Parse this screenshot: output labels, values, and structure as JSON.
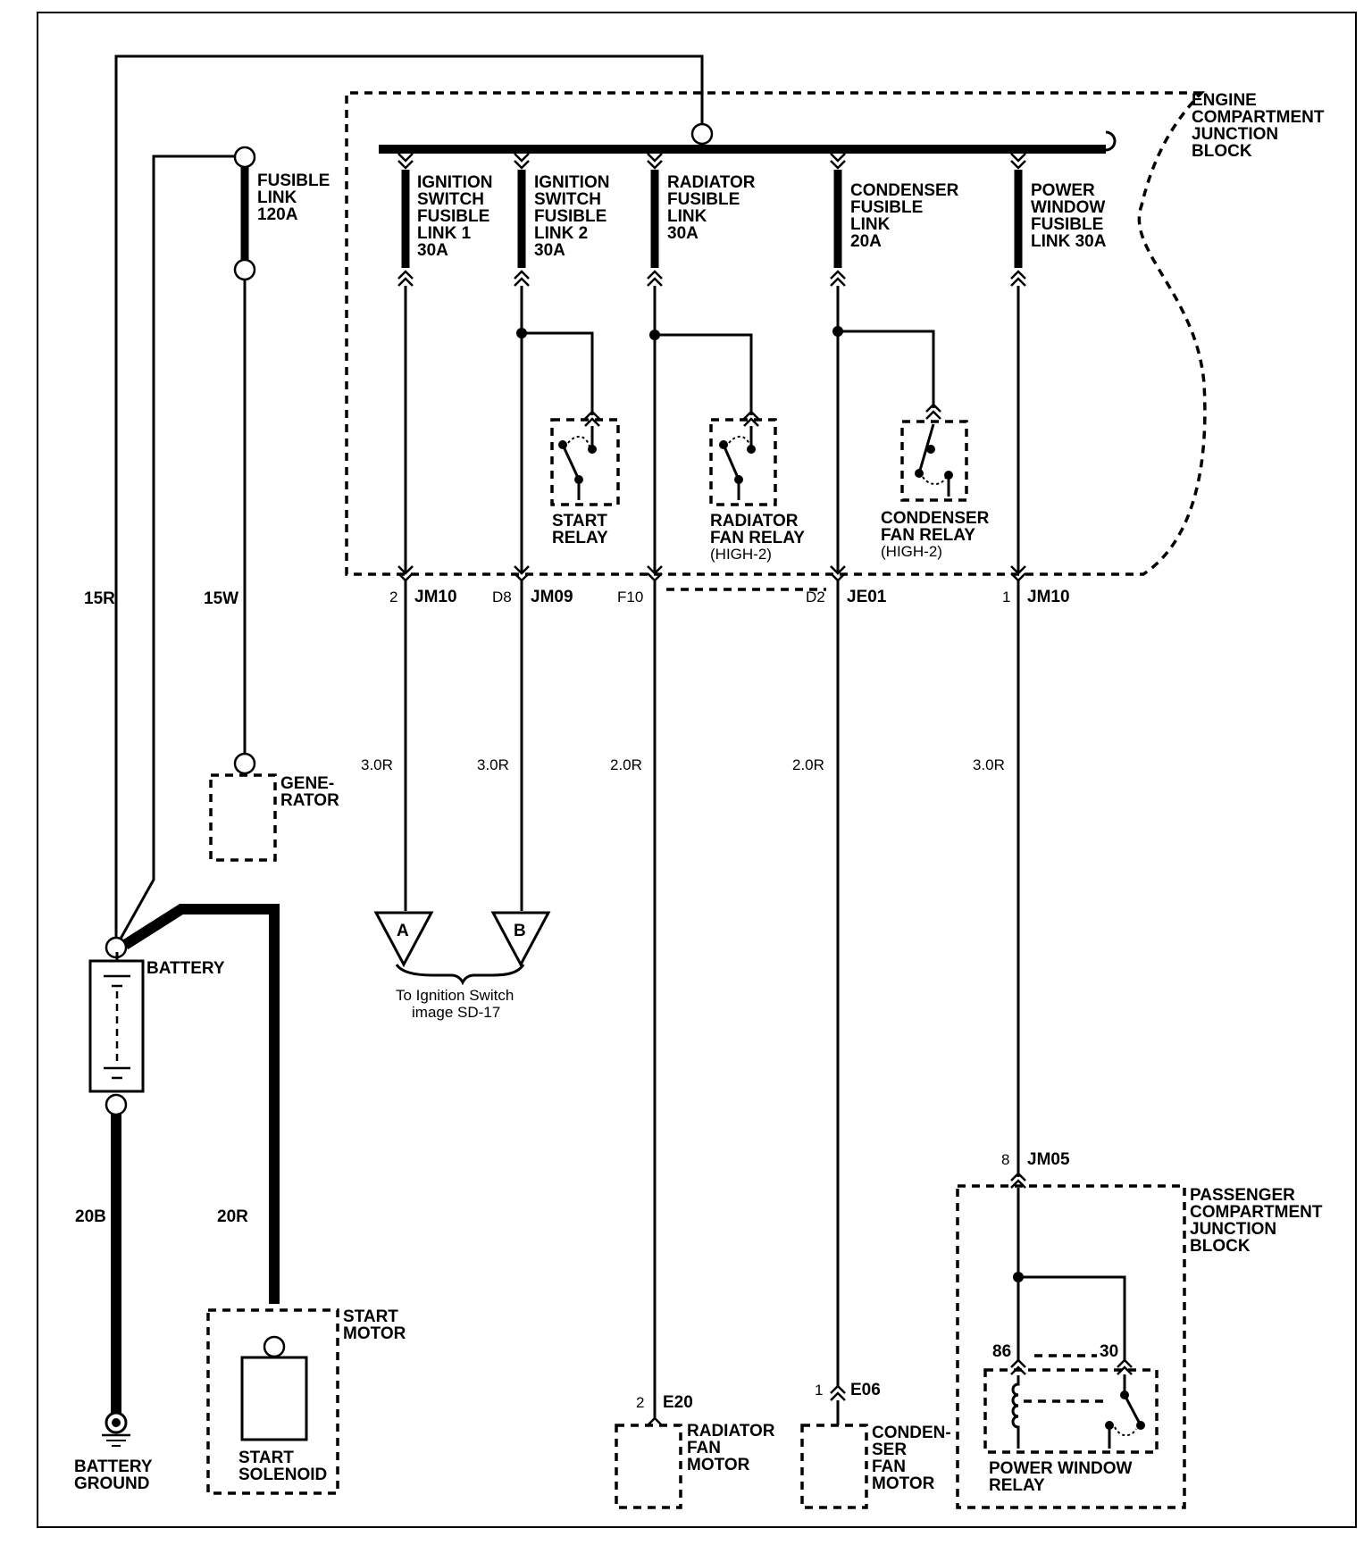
{
  "labels": {
    "engine_jb": [
      "ENGINE",
      "COMPARTMENT",
      "JUNCTION",
      "BLOCK"
    ],
    "fusible_main": [
      "FUSIBLE",
      "LINK",
      "120A"
    ],
    "fuse1": [
      "IGNITION",
      "SWITCH",
      "FUSIBLE",
      "LINK 1",
      "30A"
    ],
    "fuse2": [
      "IGNITION",
      "SWITCH",
      "FUSIBLE",
      "LINK 2",
      "30A"
    ],
    "fuse3": [
      "RADIATOR",
      "FUSIBLE",
      "LINK",
      "30A"
    ],
    "fuse4": [
      "CONDENSER",
      "FUSIBLE",
      "LINK",
      "20A"
    ],
    "fuse5": [
      "POWER",
      "WINDOW",
      "FUSIBLE",
      "LINK 30A"
    ],
    "start_relay": [
      "START",
      "RELAY"
    ],
    "radiator_relay": [
      "RADIATOR",
      "FAN RELAY",
      "(HIGH-2)"
    ],
    "condenser_relay": [
      "CONDENSER",
      "FAN RELAY",
      "(HIGH-2)"
    ],
    "generator": [
      "GENE-",
      "RATOR"
    ],
    "battery": "BATTERY",
    "battery_ground": [
      "BATTERY",
      "GROUND"
    ],
    "start_motor": [
      "START",
      "MOTOR"
    ],
    "start_solenoid": [
      "START",
      "SOLENOID"
    ],
    "ignition_ref": [
      "To Ignition Switch",
      "image SD-17"
    ],
    "connector_a": "A",
    "connector_b": "B",
    "radiator_fan_motor": [
      "RADIATOR",
      "FAN",
      "MOTOR"
    ],
    "condenser_fan_motor": [
      "CONDEN-",
      "SER",
      "FAN",
      "MOTOR"
    ],
    "passenger_jb": [
      "PASSENGER",
      "COMPARTMENT",
      "JUNCTION",
      "BLOCK"
    ],
    "power_window_relay": [
      "POWER WINDOW",
      "RELAY"
    ]
  },
  "wires": {
    "w15r": "15R",
    "w15w": "15W",
    "w1": "3.0R",
    "w2": "3.0R",
    "w3": "2.0R",
    "w4": "2.0R",
    "w5": "3.0R",
    "w20b": "20B",
    "w20r": "20R"
  },
  "connectors": {
    "c1": {
      "pin": "2",
      "name": "JM10"
    },
    "c2": {
      "pin": "D8",
      "name": "JM09"
    },
    "c3": {
      "pin": "F10",
      "name": ""
    },
    "c4": {
      "pin": "D2",
      "name": "JE01"
    },
    "c5": {
      "pin": "1",
      "name": "JM10"
    },
    "jm05": {
      "pin": "8",
      "name": "JM05"
    },
    "e20": {
      "pin": "2",
      "name": "E20"
    },
    "e06": {
      "pin": "1",
      "name": "E06"
    }
  },
  "relay_pins": {
    "p86": "86",
    "p30": "30"
  }
}
